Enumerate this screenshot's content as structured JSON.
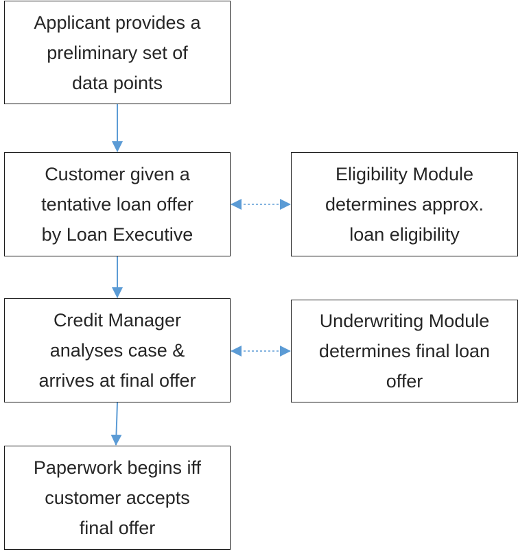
{
  "diagram": {
    "steps": [
      {
        "text": "Applicant provides a\npreliminary set of\ndata points"
      },
      {
        "text": "Customer given a\ntentative loan offer\nby Loan Executive"
      },
      {
        "text": "Credit Manager\nanalyses case &\narrives at final offer"
      },
      {
        "text": "Paperwork begins iff\ncustomer accepts\nfinal offer"
      }
    ],
    "modules": [
      {
        "text": "Eligibility Module\ndetermines approx.\nloan eligibility"
      },
      {
        "text": "Underwriting Module\ndetermines final loan\noffer"
      }
    ]
  },
  "colors": {
    "arrow": "#5b9bd5",
    "box_border": "#1a1a1a",
    "text": "#262626"
  }
}
